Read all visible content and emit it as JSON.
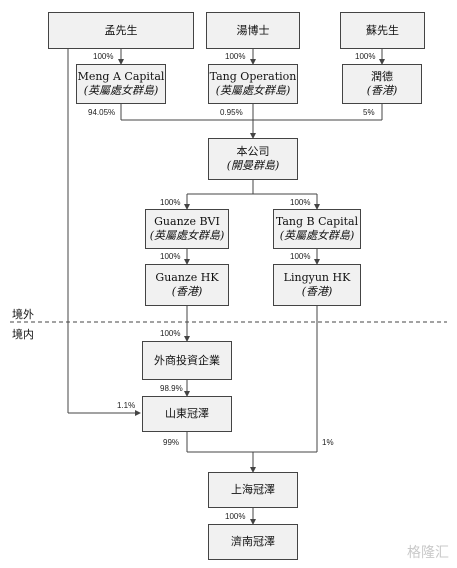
{
  "nodes": {
    "meng_person": {
      "line1": "孟先生"
    },
    "tang_person": {
      "line1": "湯博士"
    },
    "su_person": {
      "line1": "蘇先生"
    },
    "meng_a": {
      "line1": "Meng A Capital",
      "line2": "(英屬處女群島)"
    },
    "tang_op": {
      "line1": "Tang Operation",
      "line2": "(英屬處女群島)"
    },
    "rundian": {
      "line1": "潤德",
      "line2": "(香港)"
    },
    "company": {
      "line1": "本公司",
      "line2": "(開曼群島)"
    },
    "guanze_bvi": {
      "line1": "Guanze BVI",
      "line2": "(英屬處女群島)"
    },
    "tang_b": {
      "line1": "Tang B Capital",
      "line2": "(英屬處女群島)"
    },
    "guanze_hk": {
      "line1": "Guanze HK",
      "line2": "(香港)"
    },
    "lingyun_hk": {
      "line1": "Lingyun HK",
      "line2": "(香港)"
    },
    "foreign_ent": {
      "line1": "外商投資企業"
    },
    "shandong": {
      "line1": "山東冠澤"
    },
    "shanghai": {
      "line1": "上海冠澤"
    },
    "jinan": {
      "line1": "濟南冠澤"
    }
  },
  "percents": {
    "p1": "100%",
    "p2": "100%",
    "p3": "100%",
    "p4": "94.05%",
    "p5": "0.95%",
    "p6": "5%",
    "p7": "100%",
    "p8": "100%",
    "p9": "100%",
    "p10": "100%",
    "p11": "100%",
    "p12": "98.9%",
    "p13": "1.1%",
    "p14": "99%",
    "p15": "1%",
    "p16": "100%"
  },
  "zones": {
    "offshore": "境外",
    "onshore": "境内"
  },
  "watermark": "格隆汇",
  "colors": {
    "box_fill": "#f1f1f1",
    "line": "#444444"
  }
}
